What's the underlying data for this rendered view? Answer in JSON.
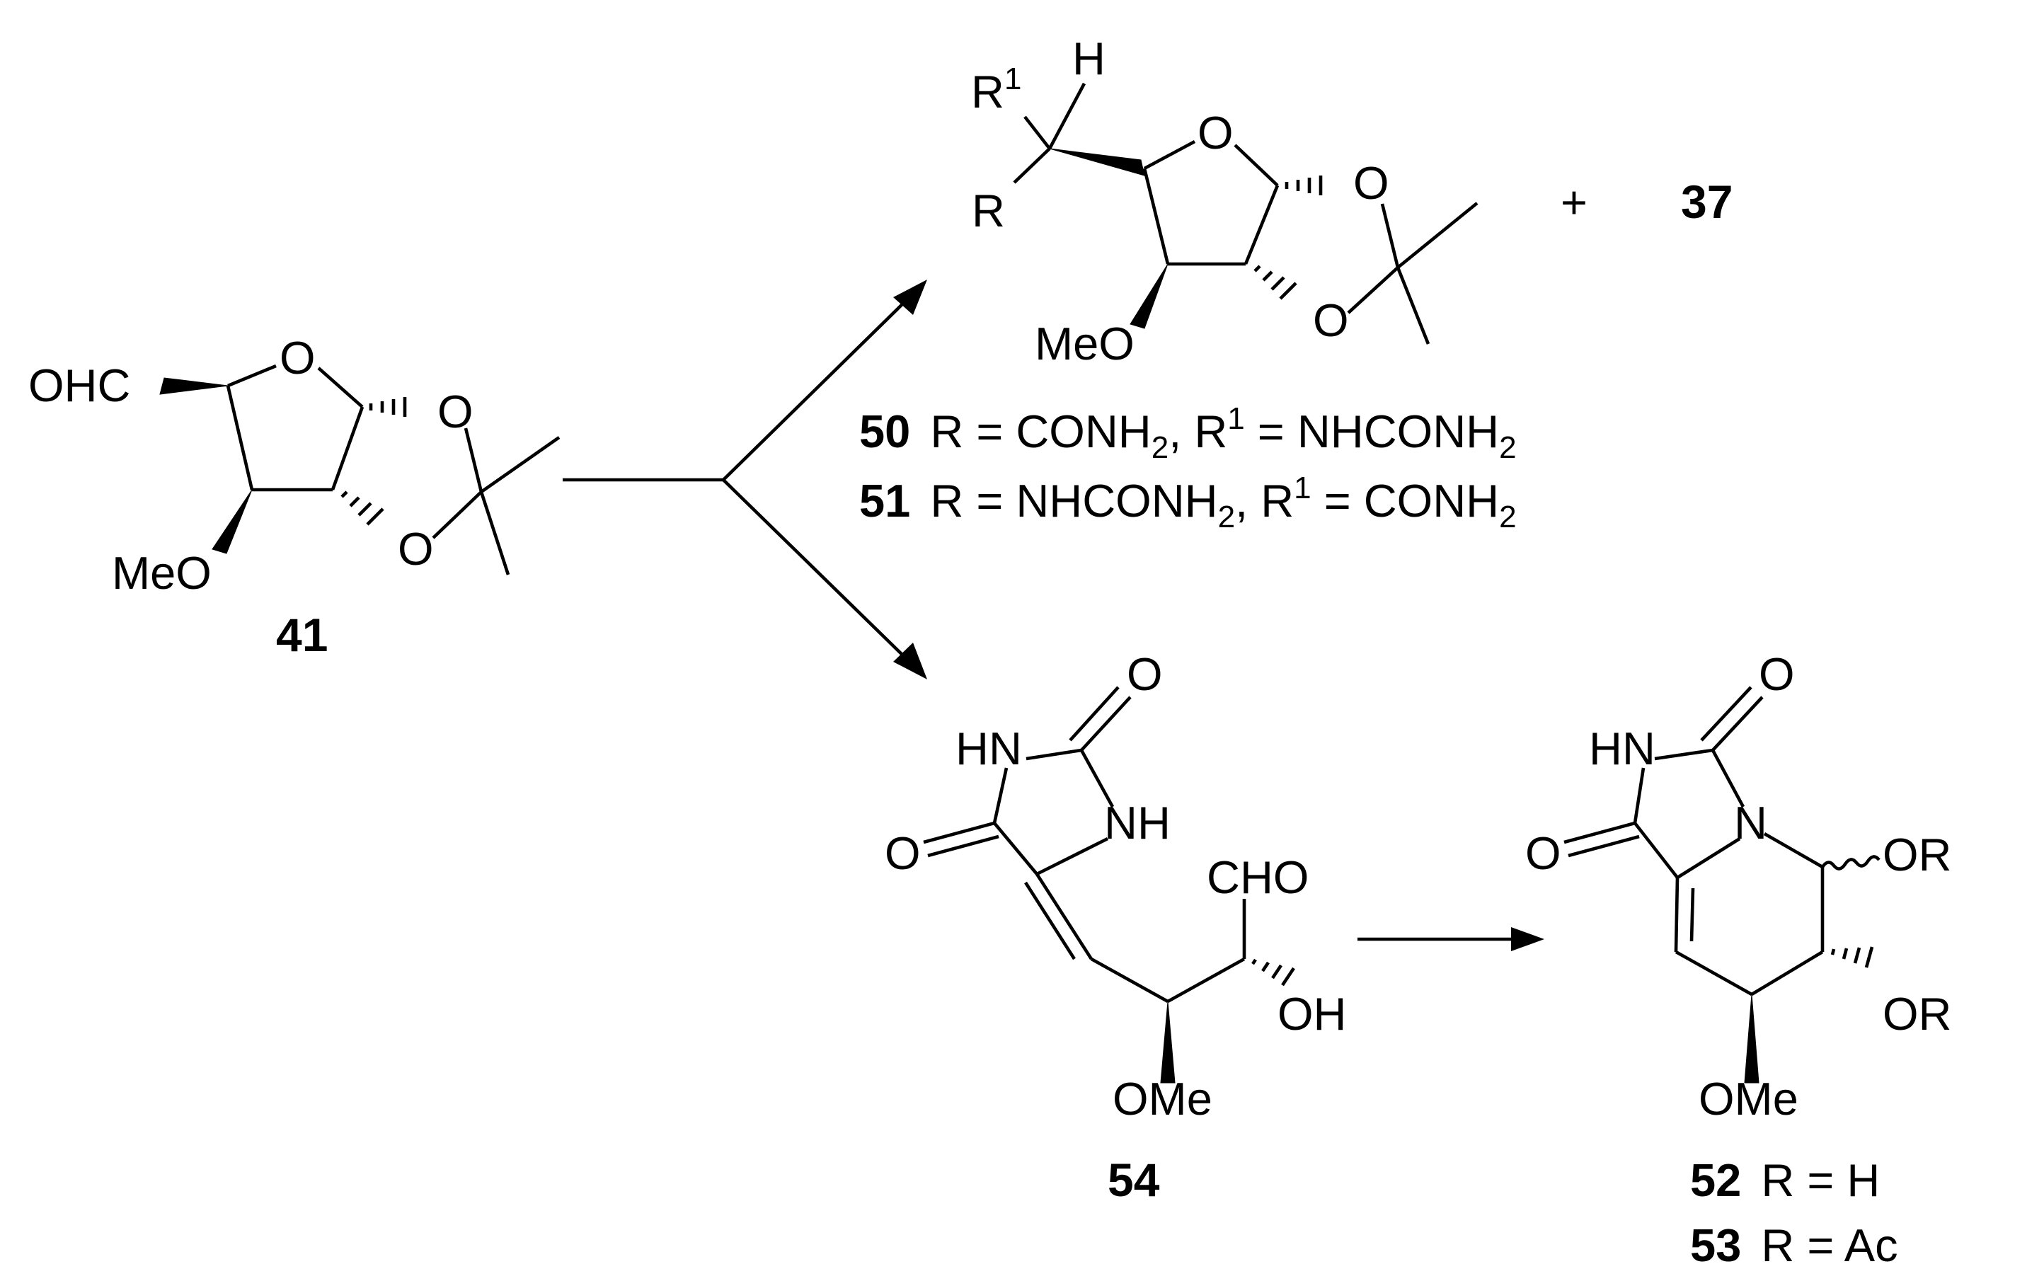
{
  "compound_41": {
    "number": "41",
    "atoms": {
      "aldehyde": "OHC",
      "ring_o": "O",
      "dioxolane_o_top": "O",
      "dioxolane_o_bottom": "O",
      "methoxy": "MeO"
    }
  },
  "compound_50_51": {
    "atoms": {
      "h": "H",
      "r1": "R",
      "r1_sup": "1",
      "r": "R",
      "ring_o": "O",
      "dioxolane_o_top": "O",
      "dioxolane_o_bottom": "O",
      "methoxy": "MeO"
    },
    "plus": "+",
    "coproduct": "37",
    "variants": [
      {
        "number": "50",
        "r_lhs": "R = CONH",
        "r_sub": "2",
        "r1_lhs": ", R",
        "r1_sup": "1",
        "r1_rhs": " = NHCONH",
        "r1_sub": "2"
      },
      {
        "number": "51",
        "r_lhs": "R = NHCONH",
        "r_sub": "2",
        "r1_lhs": ", R",
        "r1_sup": "1",
        "r1_rhs": " = CONH",
        "r1_sub": "2"
      }
    ]
  },
  "compound_54": {
    "number": "54",
    "atoms": {
      "hn": "HN",
      "c2_o": "O",
      "nh": "NH",
      "c4_o": "O",
      "cho": "CHO",
      "oh": "OH",
      "ome": "OMe"
    }
  },
  "compound_52_53": {
    "atoms": {
      "hn": "HN",
      "c_o_top": "O",
      "n": "N",
      "c_o_left": "O",
      "or_1": "OR",
      "or_2": "OR",
      "ome": "OMe"
    },
    "variants": [
      {
        "number": "52",
        "text": "R = H"
      },
      {
        "number": "53",
        "text": "R = Ac"
      }
    ]
  }
}
